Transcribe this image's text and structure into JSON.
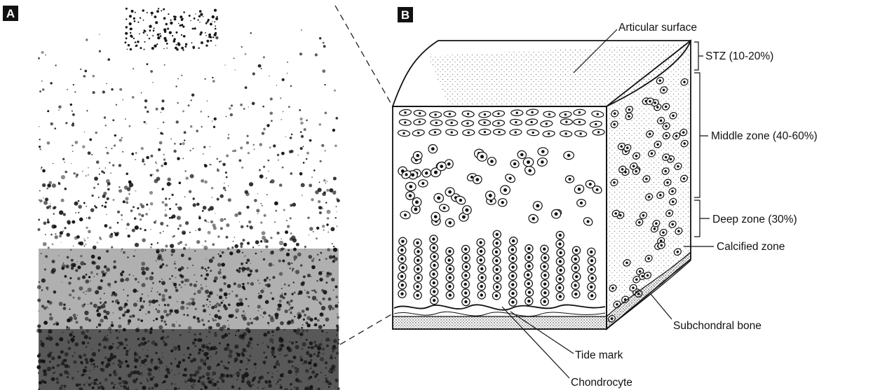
{
  "panels": {
    "a": {
      "tag": "A"
    },
    "b": {
      "tag": "B"
    }
  },
  "labels": {
    "articular_surface": "Articular surface",
    "stz": "STZ (10-20%)",
    "middle_zone": "Middle zone (40-60%)",
    "deep_zone": "Deep zone (30%)",
    "calcified_zone": "Calcified zone",
    "subchondral_bone": "Subchondral bone",
    "tide_mark": "Tide mark",
    "chondrocyte": "Chondrocyte"
  }
}
